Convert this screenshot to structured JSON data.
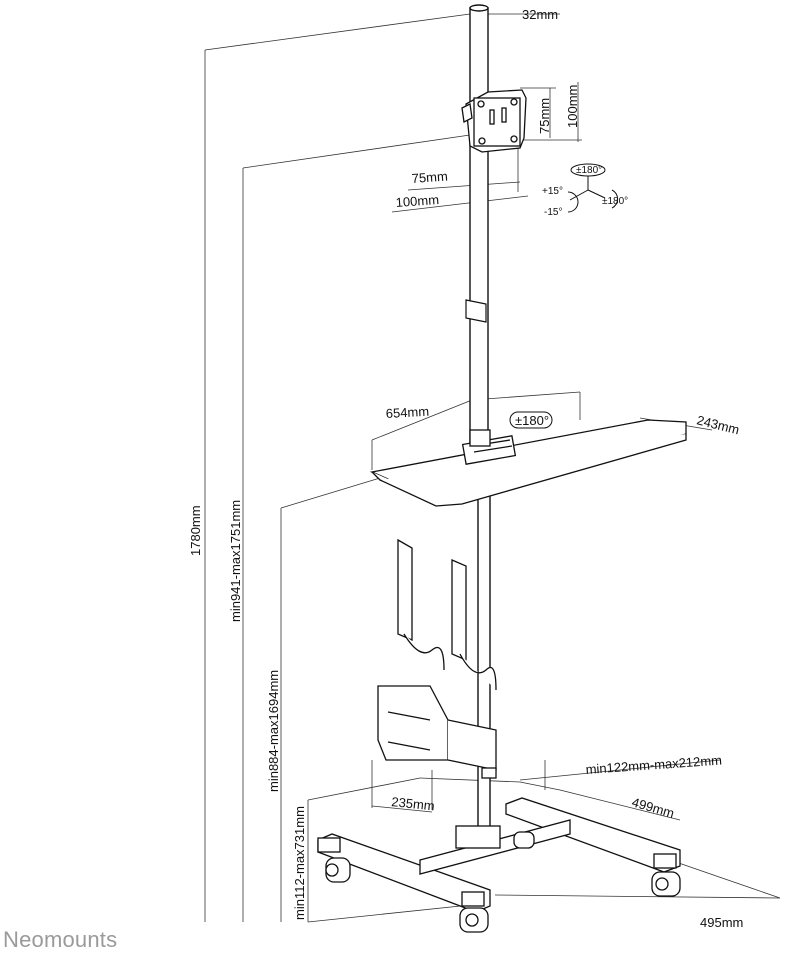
{
  "dimensions": {
    "pole_diameter": "32mm",
    "vesa_75_vertical": "75mm",
    "vesa_100_vertical": "100mm",
    "vesa_75_horizontal": "75mm",
    "vesa_100_horizontal": "100mm",
    "rotation_top": "±180°",
    "rotation_side": "±180°",
    "tilt_up": "+15°",
    "tilt_down": "-15°",
    "shelf_width": "654mm",
    "shelf_depth": "243mm",
    "shelf_rotation": "±180°",
    "total_height": "1780mm",
    "monitor_height_range": "min941-max1751mm",
    "shelf_height_range": "min884-max1694mm",
    "cpu_holder_height_range": "min112-max731mm",
    "cpu_holder_width_range": "min122mm-max212mm",
    "cpu_holder_depth": "235mm",
    "base_depth": "499mm",
    "base_width": "495mm"
  },
  "brand": {
    "name": "Neomounts"
  },
  "colors": {
    "line": "#111111",
    "brand": "#9a9a9a"
  }
}
